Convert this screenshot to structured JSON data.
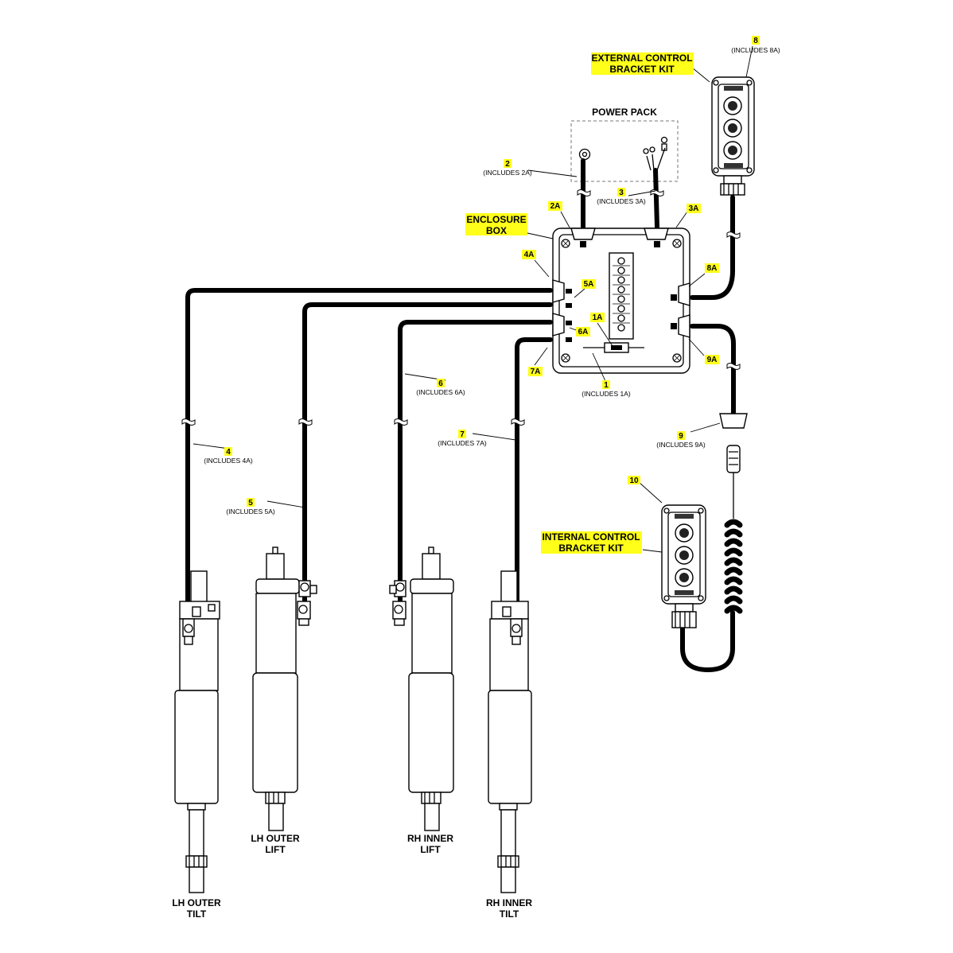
{
  "labels": {
    "power_pack": "POWER PACK",
    "enclosure_box_line1": "ENCLOSURE",
    "enclosure_box_line2": "BOX",
    "ext_ctrl_line1": "EXTERNAL CONTROL",
    "ext_ctrl_line2": "BRACKET KIT",
    "int_ctrl_line1": "INTERNAL CONTROL",
    "int_ctrl_line2": "BRACKET KIT",
    "lh_outer_tilt_line1": "LH OUTER",
    "lh_outer_tilt_line2": "TILT",
    "lh_outer_lift_line1": "LH OUTER",
    "lh_outer_lift_line2": "LIFT",
    "rh_inner_lift_line1": "RH INNER",
    "rh_inner_lift_line2": "LIFT",
    "rh_inner_tilt_line1": "RH INNER",
    "rh_inner_tilt_line2": "TILT"
  },
  "callouts": {
    "c1": {
      "num": "1",
      "sub": "(INCLUDES 1A)"
    },
    "c2": {
      "num": "2",
      "sub": "(INCLUDES 2A)"
    },
    "c3": {
      "num": "3",
      "sub": "(INCLUDES 3A)"
    },
    "c4": {
      "num": "4",
      "sub": "(INCLUDES 4A)"
    },
    "c5": {
      "num": "5",
      "sub": "(INCLUDES 5A)"
    },
    "c6": {
      "num": "6",
      "sub": "(INCLUDES 6A)"
    },
    "c7": {
      "num": "7",
      "sub": "(INCLUDES 7A)"
    },
    "c8": {
      "num": "8",
      "sub": "(INCLUDES 8A)"
    },
    "c9": {
      "num": "9",
      "sub": "(INCLUDES 9A)"
    },
    "c10": {
      "num": "10"
    }
  },
  "sub_callouts": {
    "a1": "1A",
    "a2": "2A",
    "a3": "3A",
    "a4": "4A",
    "a5": "5A",
    "a6": "6A",
    "a7": "7A",
    "a8": "8A",
    "a9": "9A"
  },
  "highlight_color": "#ffff1a"
}
